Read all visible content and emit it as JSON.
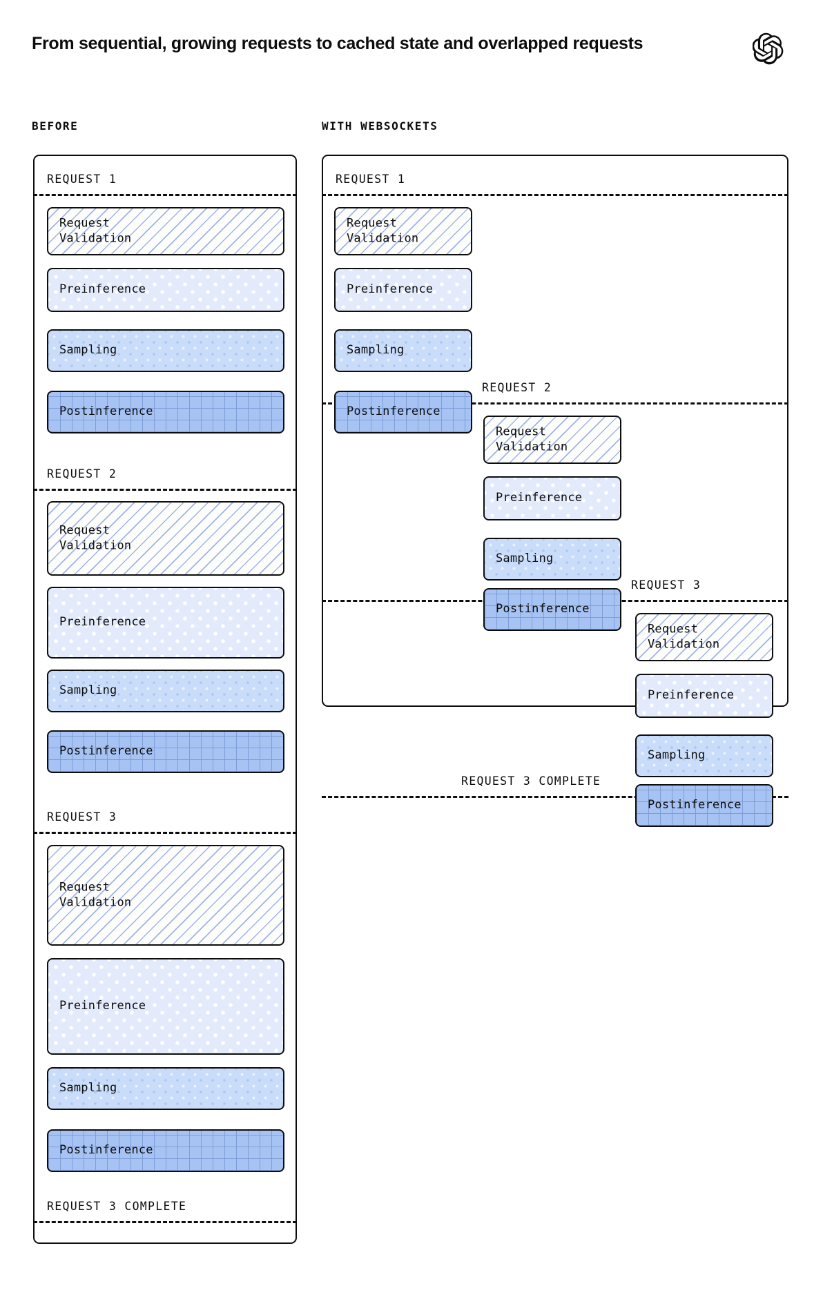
{
  "header": {
    "title": "From sequential, growing requests to cached state and overlapped requests",
    "logo": "openai-logo"
  },
  "columns": {
    "before": {
      "caption": "BEFORE"
    },
    "websockets": {
      "caption": "WITH WEBSOCKETS"
    }
  },
  "stage_labels": {
    "request_validation": "Request\nValidation",
    "preinference": "Preinference",
    "sampling": "Sampling",
    "postinference": "Postinference"
  },
  "colors": {
    "ink": "#0d0d0d",
    "validation_fill": "#fdfdfb",
    "validation_hatch": "#8ca8e4",
    "preinference_fill": "#e3eafc",
    "sampling_fill": "#c9dcfa",
    "postinference_fill": "#a7c3f4",
    "postinference_grid": "#7898d2",
    "page_background": "#ffffff"
  },
  "before_column": {
    "markers": [
      {
        "id": "before-marker-1",
        "label": "REQUEST 1"
      },
      {
        "id": "before-marker-2",
        "label": "REQUEST 2"
      },
      {
        "id": "before-marker-3",
        "label": "REQUEST 3"
      },
      {
        "id": "before-marker-complete",
        "label": "REQUEST 3 COMPLETE"
      }
    ],
    "requests": [
      {
        "name": "REQUEST 1",
        "stages": [
          {
            "stage": "request_validation",
            "label": "Request\nValidation"
          },
          {
            "stage": "preinference",
            "label": "Preinference"
          },
          {
            "stage": "sampling",
            "label": "Sampling"
          },
          {
            "stage": "postinference",
            "label": "Postinference"
          }
        ]
      },
      {
        "name": "REQUEST 2",
        "stages": [
          {
            "stage": "request_validation",
            "label": "Request\nValidation"
          },
          {
            "stage": "preinference",
            "label": "Preinference"
          },
          {
            "stage": "sampling",
            "label": "Sampling"
          },
          {
            "stage": "postinference",
            "label": "Postinference"
          }
        ]
      },
      {
        "name": "REQUEST 3",
        "stages": [
          {
            "stage": "request_validation",
            "label": "Request\nValidation"
          },
          {
            "stage": "preinference",
            "label": "Preinference"
          },
          {
            "stage": "sampling",
            "label": "Sampling"
          },
          {
            "stage": "postinference",
            "label": "Postinference"
          }
        ]
      }
    ]
  },
  "websockets_column": {
    "markers": [
      {
        "id": "ws-marker-1",
        "label": "REQUEST 1"
      },
      {
        "id": "ws-marker-2",
        "label": "REQUEST 2"
      },
      {
        "id": "ws-marker-3",
        "label": "REQUEST 3"
      },
      {
        "id": "ws-marker-complete",
        "label": "REQUEST 3 COMPLETE"
      }
    ],
    "requests": [
      {
        "name": "REQUEST 1",
        "stages": [
          {
            "stage": "request_validation",
            "label": "Request\nValidation"
          },
          {
            "stage": "preinference",
            "label": "Preinference"
          },
          {
            "stage": "sampling",
            "label": "Sampling"
          },
          {
            "stage": "postinference",
            "label": "Postinference"
          }
        ]
      },
      {
        "name": "REQUEST 2",
        "stages": [
          {
            "stage": "request_validation",
            "label": "Request\nValidation"
          },
          {
            "stage": "preinference",
            "label": "Preinference"
          },
          {
            "stage": "sampling",
            "label": "Sampling"
          },
          {
            "stage": "postinference",
            "label": "Postinference"
          }
        ]
      },
      {
        "name": "REQUEST 3",
        "stages": [
          {
            "stage": "request_validation",
            "label": "Request\nValidation"
          },
          {
            "stage": "preinference",
            "label": "Preinference"
          },
          {
            "stage": "sampling",
            "label": "Sampling"
          },
          {
            "stage": "postinference",
            "label": "Postinference"
          }
        ]
      }
    ]
  }
}
